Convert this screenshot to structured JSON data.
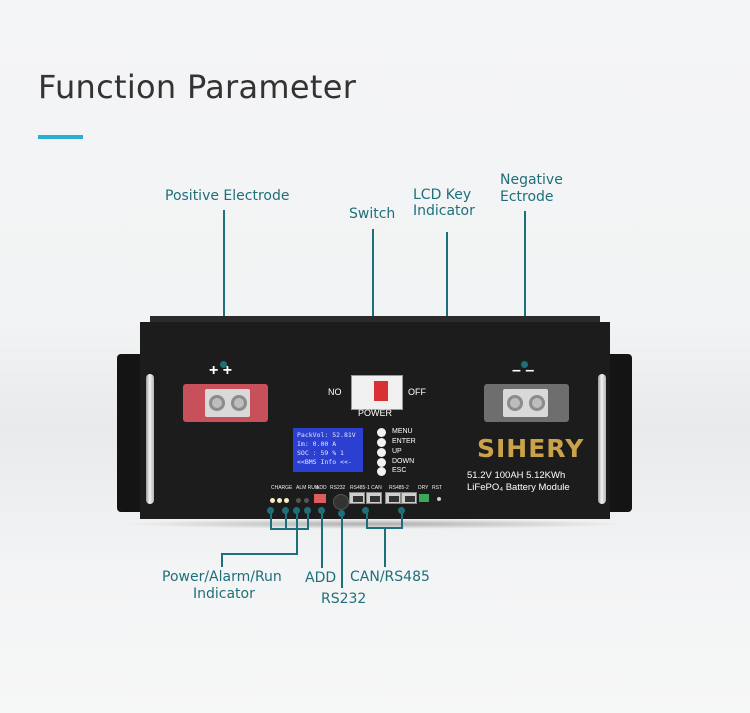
{
  "header": {
    "title": "Function Parameter"
  },
  "callouts": {
    "positive": "Positive Electrode",
    "switch": "Switch",
    "lcd_key_1": "LCD Key",
    "lcd_key_2": "Indicator",
    "negative_1": "Negative",
    "negative_2": "Ectrode",
    "indicator_1": "Power/Alarm/Run",
    "indicator_2": "Indicator",
    "add": "ADD",
    "rs232": "RS232",
    "can_rs485": "CAN/RS485"
  },
  "panel": {
    "plus": "+ +",
    "minus": "– –",
    "switch_no": "NO",
    "switch_off": "OFF",
    "switch_label": "POWER",
    "lcd_lines": [
      "PackVol: 52.81V",
      "Im:   0.00 A",
      "SOC :  59 %  1",
      "<<BMS Info <<-"
    ],
    "keys": [
      "MENU",
      "ENTER",
      "UP",
      "DOWN",
      "ESC"
    ],
    "brand": "SIHERY",
    "spec_1": "51.2V 100AH 5.12KWh",
    "spec_2": "LiFePO₄ Battery Module",
    "port_labels": {
      "charge": "CHARGE",
      "alm_run": "ALM RUN",
      "add": "ADD",
      "rs232": "RS232",
      "rs485_can": "RS485-1 CAN",
      "rs485_2": "RS485-2",
      "dry": "DRY",
      "rst": "RST"
    }
  },
  "colors": {
    "accent": "#2aaed2",
    "callout": "#1e6f7a",
    "lcd": "#2b3fd0",
    "brand": "#c9a24a",
    "positive_terminal": "#c7505a"
  }
}
